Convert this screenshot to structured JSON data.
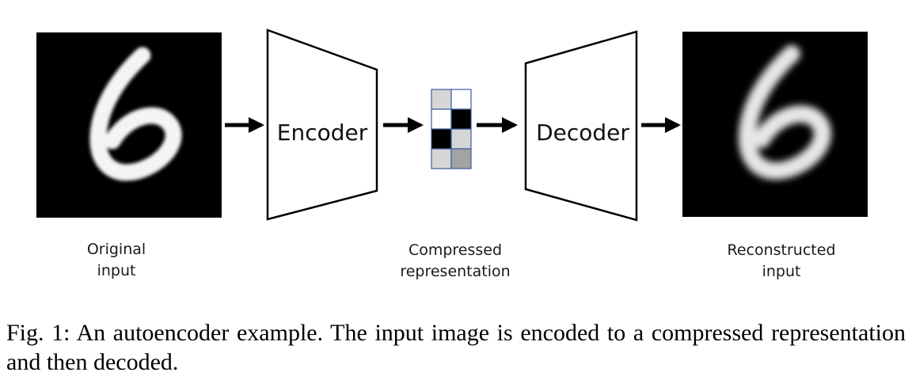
{
  "diagram": {
    "encoder_label": "Encoder",
    "decoder_label": "Decoder",
    "original_label": [
      "Original",
      "input"
    ],
    "compressed_label": [
      "Compressed",
      "representation"
    ],
    "reconstructed_label": [
      "Reconstructed",
      "input"
    ],
    "code_cells": [
      [
        "#d6d6d6",
        "#ffffff"
      ],
      [
        "#ffffff",
        "#000000"
      ],
      [
        "#000000",
        "#d6d6d6"
      ],
      [
        "#d6d6d6",
        "#a3a3a3"
      ]
    ],
    "code_border_color": "#3b5b9a"
  },
  "caption": "Fig. 1: An autoencoder example. The input image is encoded to a compressed representation and then decoded."
}
